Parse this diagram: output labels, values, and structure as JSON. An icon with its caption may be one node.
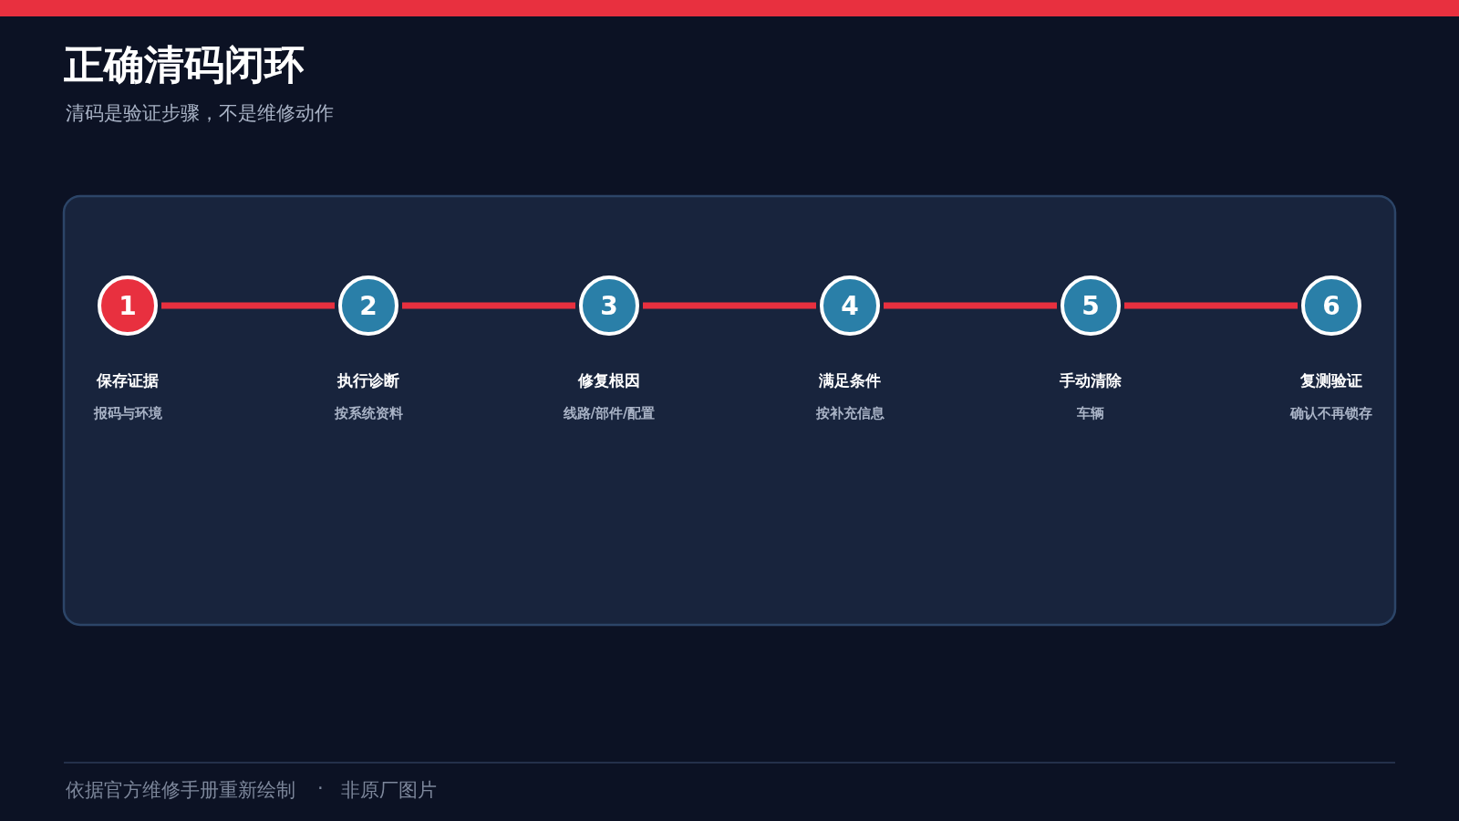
{
  "diagram": {
    "title": "正确清码闭环",
    "nodes": [
      {
        "text": [
          "1"
        ],
        "beside": [
          "保存证据",
          "报码与环境"
        ]
      },
      {
        "text": [
          "2"
        ],
        "beside": [
          "执行诊断",
          "按系统资料"
        ]
      },
      {
        "text": [
          "3"
        ],
        "beside": [
          "修复根因",
          "线路/部件/配置"
        ]
      },
      {
        "text": [
          "4"
        ],
        "beside": [
          "满足条件",
          "按补充信息"
        ]
      },
      {
        "text": [
          "5"
        ],
        "beside": [
          "手动清除",
          "车辆"
        ]
      },
      {
        "text": [
          "6"
        ],
        "beside": [
          "复测验证",
          "确认不再锁存"
        ]
      },
      {
        "text": [],
        "shape": "bar"
      }
    ],
    "edges": [
      {
        "from": 0,
        "to": 1,
        "arrow": "none"
      },
      {
        "from": 1,
        "to": 2,
        "arrow": "none"
      },
      {
        "from": 2,
        "to": 3,
        "arrow": "none"
      },
      {
        "from": 3,
        "to": 4,
        "arrow": "none"
      },
      {
        "from": 4,
        "to": 5,
        "arrow": "none"
      }
    ],
    "labels": [
      "清码是验证步骤，不是维修动作",
      "依据官方维修手册重新绘制",
      "·",
      "非原厂图片"
    ]
  }
}
